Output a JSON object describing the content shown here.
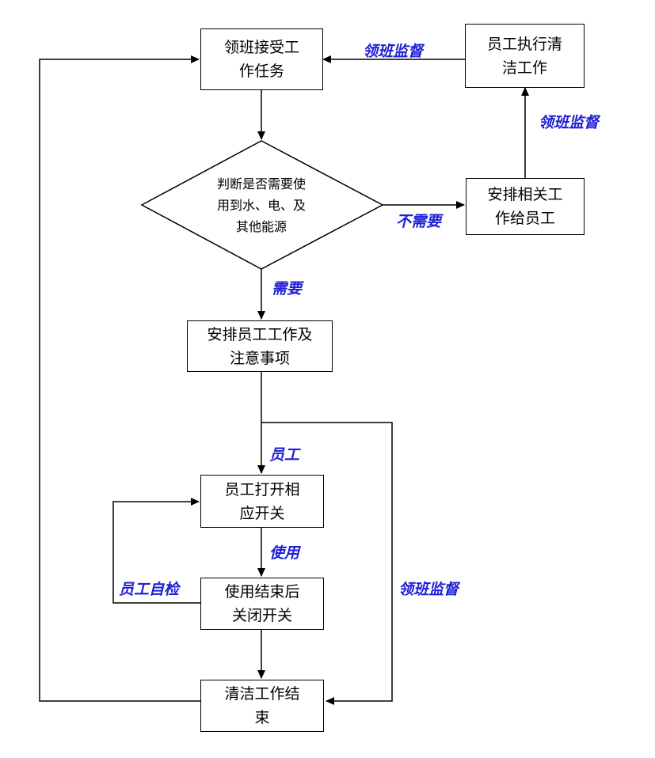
{
  "nodes": {
    "leader_accept": "领班接受工\n作任务",
    "staff_execute": "员工执行清\n洁工作",
    "judge": "判断是否需要使\n用到水、电、及\n其他能源",
    "arrange_related": "安排相关工\n作给员工",
    "arrange_notes": "安排员工工作及\n注意事项",
    "staff_open": "员工打开相\n应开关",
    "close_after": "使用结束后\n关闭开关",
    "clean_end": "清洁工作结\n束"
  },
  "labels": {
    "supervise_top": "领班监督",
    "supervise_right": "领班监督",
    "not_needed": "不需要",
    "needed": "需要",
    "staff": "员工",
    "use": "使用",
    "self_check": "员工自检",
    "supervise_bottom": "领班监督"
  },
  "colors": {
    "label": "#1f20d6",
    "line": "#000000"
  }
}
